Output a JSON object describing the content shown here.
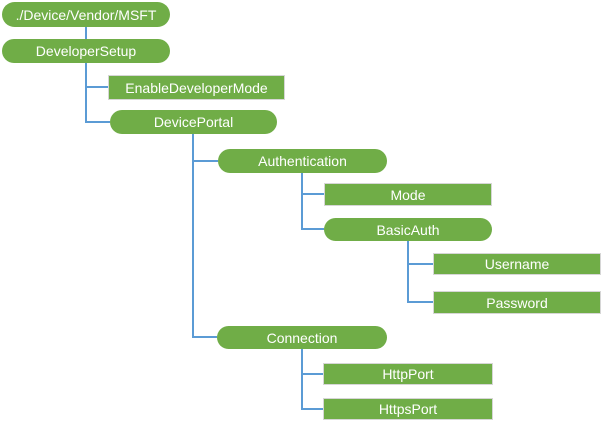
{
  "diagram": {
    "type": "tree",
    "description": "Configuration service provider hierarchy tree",
    "colors": {
      "node_fill": "#70AD47",
      "node_text": "#FFFFFF",
      "rect_border": "#D6D6D6",
      "connector": "#5B9BD5",
      "background": "#FFFFFF"
    },
    "nodes": [
      {
        "id": "root",
        "label": "./Device/Vendor/MSFT",
        "shape": "pill",
        "parent": null
      },
      {
        "id": "developer-setup",
        "label": "DeveloperSetup",
        "shape": "pill",
        "parent": "./Device/Vendor/MSFT"
      },
      {
        "id": "enable-developer-mode",
        "label": "EnableDeveloperMode",
        "shape": "rect",
        "parent": "DeveloperSetup"
      },
      {
        "id": "device-portal",
        "label": "DevicePortal",
        "shape": "pill",
        "parent": "DeveloperSetup"
      },
      {
        "id": "authentication",
        "label": "Authentication",
        "shape": "pill",
        "parent": "DevicePortal"
      },
      {
        "id": "mode",
        "label": "Mode",
        "shape": "rect",
        "parent": "Authentication"
      },
      {
        "id": "basic-auth",
        "label": "BasicAuth",
        "shape": "pill",
        "parent": "Authentication"
      },
      {
        "id": "username",
        "label": "Username",
        "shape": "rect",
        "parent": "BasicAuth"
      },
      {
        "id": "password",
        "label": "Password",
        "shape": "rect",
        "parent": "BasicAuth"
      },
      {
        "id": "connection",
        "label": "Connection",
        "shape": "pill",
        "parent": "DevicePortal"
      },
      {
        "id": "http-port",
        "label": "HttpPort",
        "shape": "rect",
        "parent": "Connection"
      },
      {
        "id": "https-port",
        "label": "HttpsPort",
        "shape": "rect",
        "parent": "Connection"
      }
    ]
  }
}
